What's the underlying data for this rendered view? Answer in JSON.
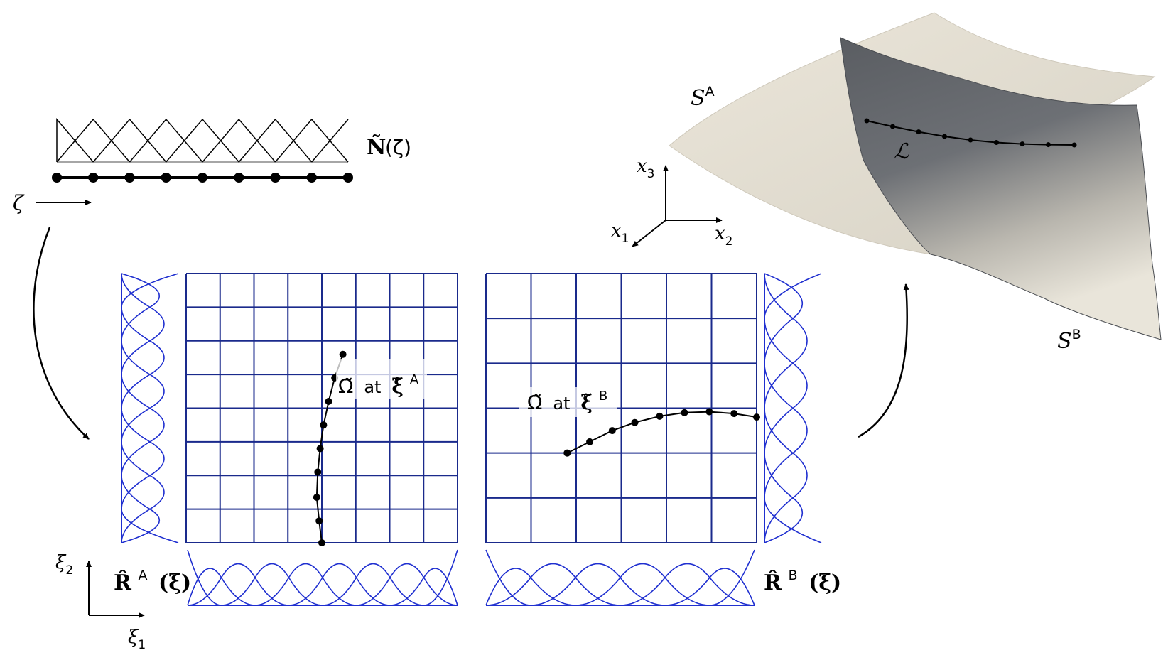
{
  "figure": {
    "shape_functions": {
      "symbol": "Ñ",
      "argument": "(ζ)",
      "param_label": "ζ",
      "num_nodes": 9
    },
    "parametric_axes": {
      "horizontal": "ξ",
      "horizontal_sub": "1",
      "vertical": "ξ",
      "vertical_sub": "2"
    },
    "patch_a": {
      "basis_symbol": "R̂",
      "basis_sup": "A",
      "basis_arg": "(ξ)",
      "omega_symbol": "Ω̃",
      "omega_at": "at",
      "omega_point": "ξ̃",
      "omega_sup": "A",
      "grid_cells": 8,
      "curve_points": [
        [
          4.0,
          0.0
        ],
        [
          3.92,
          0.65
        ],
        [
          3.85,
          1.35
        ],
        [
          3.88,
          2.1
        ],
        [
          3.95,
          2.8
        ],
        [
          4.05,
          3.5
        ],
        [
          4.2,
          4.2
        ],
        [
          4.38,
          4.9
        ],
        [
          4.62,
          5.6
        ]
      ]
    },
    "patch_b": {
      "basis_symbol": "R̂",
      "basis_sup": "B",
      "basis_arg": "(ξ)",
      "omega_symbol": "Ω̃",
      "omega_at": "at",
      "omega_point": "ξ̃",
      "omega_sup": "B",
      "grid_cells": 6,
      "curve_points": [
        [
          1.8,
          2.0
        ],
        [
          2.3,
          2.25
        ],
        [
          2.8,
          2.5
        ],
        [
          3.3,
          2.68
        ],
        [
          3.85,
          2.82
        ],
        [
          4.4,
          2.9
        ],
        [
          4.95,
          2.92
        ],
        [
          5.5,
          2.88
        ],
        [
          6.0,
          2.8
        ]
      ]
    },
    "physical_axes": {
      "x1": "x",
      "x1_sub": "1",
      "x2": "x",
      "x2_sub": "2",
      "x3": "x",
      "x3_sub": "3"
    },
    "surface_a_label": "S",
    "surface_a_sup": "A",
    "surface_b_label": "S",
    "surface_b_sup": "B",
    "interface_label": "ℒ",
    "interface_nodes": 9,
    "colors": {
      "grid": "#1a2a8c",
      "basis": "#1f2fd0",
      "curve": "#000000",
      "surface_a": "#e9e4d8",
      "surface_b_dark": "#5c5f64",
      "surface_b_light": "#e6e2d6"
    }
  }
}
